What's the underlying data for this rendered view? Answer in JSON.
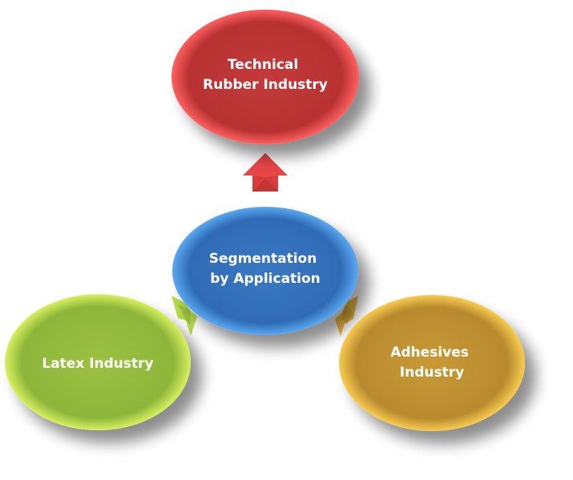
{
  "diagram": {
    "title": "Segmentation by Application",
    "center": {
      "lines": [
        "Segmentation",
        "by Application"
      ],
      "color": "#3a78c2"
    },
    "nodes": [
      {
        "id": "technical-rubber",
        "lines": [
          "Technical",
          "Rubber Industry"
        ],
        "color": "#c93a3a",
        "direction": "up"
      },
      {
        "id": "latex",
        "lines": [
          "Latex Industry"
        ],
        "color": "#9cc142",
        "direction": "down-left"
      },
      {
        "id": "adhesives",
        "lines": [
          "Adhesives",
          "Industry"
        ],
        "color": "#c99a36",
        "direction": "down-right"
      }
    ]
  }
}
